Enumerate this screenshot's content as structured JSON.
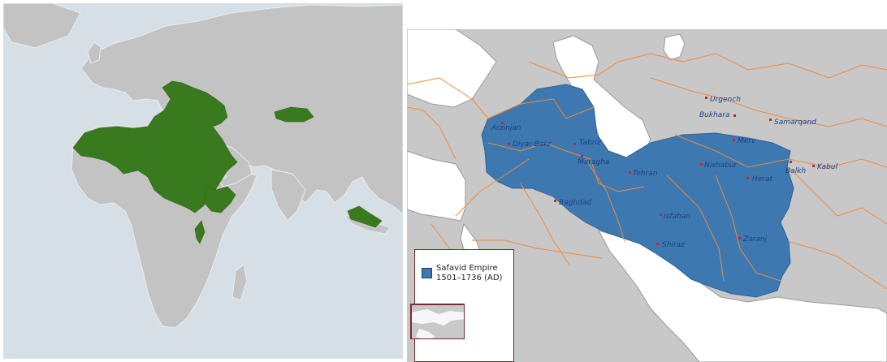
{
  "map_left": {
    "colors": {
      "ocean": "#d6dfe5",
      "land": "#c3c3c3",
      "empire": "#3a7a1f",
      "border": "#ffffff"
    },
    "highlight_region": "Ottoman Empire extent"
  },
  "map_right": {
    "colors": {
      "land": "#c8c8c8",
      "water": "#ffffff",
      "empire": "#3d78b0",
      "borders": "#ee8a3a",
      "city_dot": "#c0282d",
      "label": "#1b3f86"
    },
    "cities": [
      {
        "name": "Arzinjan"
      },
      {
        "name": "Diyar-Bakr"
      },
      {
        "name": "Tabriz"
      },
      {
        "name": "Maragha"
      },
      {
        "name": "Tehran"
      },
      {
        "name": "Baghdad"
      },
      {
        "name": "Isfahan"
      },
      {
        "name": "Shiraz"
      },
      {
        "name": "Urgench"
      },
      {
        "name": "Bukhara"
      },
      {
        "name": "Samarqand"
      },
      {
        "name": "Merv"
      },
      {
        "name": "Nishabur"
      },
      {
        "name": "Herat"
      },
      {
        "name": "Balkh"
      },
      {
        "name": "Kabul"
      },
      {
        "name": "Zaranj"
      }
    ],
    "legend": {
      "label_line1": "Safavid Empire",
      "label_line2": "1501–1736 (AD)",
      "swatch_color": "#3d78b0"
    }
  }
}
